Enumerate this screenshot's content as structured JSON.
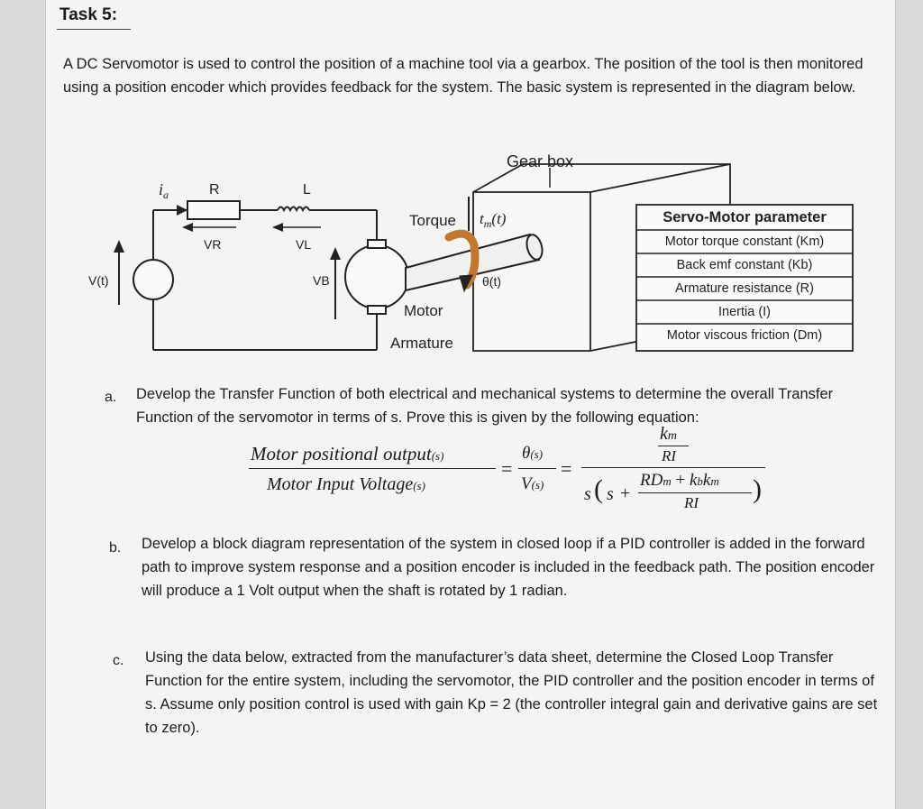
{
  "task": {
    "title": "Task 5:"
  },
  "intro": "A DC Servomotor is used to control the position of a machine tool via a gearbox. The position of the tool is then monitored using a position encoder which provides feedback for the system. The basic system is represented in the diagram below.",
  "diagram": {
    "gear_box": "Gear box",
    "current": "i",
    "current_sub": "a",
    "resistor": "R",
    "inductor": "L",
    "vr": "VR",
    "vl": "VL",
    "vb": "VB",
    "vt": "V(t)",
    "torque": "Torque",
    "tm": "t",
    "tm_sub": "m",
    "tm_arg": "(t)",
    "theta": "θ(t)",
    "motor": "Motor",
    "armature": "Armature",
    "params_header": "Servo-Motor parameter",
    "params": [
      "Motor torque constant (Km)",
      "Back emf constant (Kb)",
      "Armature resistance (R)",
      "Inertia (I)",
      "Motor viscous friction (Dm)"
    ]
  },
  "questions": [
    {
      "marker": "a.",
      "text": "Develop the Transfer Function of both electrical and mechanical systems to determine the overall Transfer Function of the servomotor in terms of s. Prove this is given by the following equation:"
    },
    {
      "marker": "b.",
      "text": "Develop a block diagram representation of the system in closed loop if a PID controller is added in the forward path to improve system response and a position encoder is included in the feedback path. The position encoder will produce a 1 Volt output when the shaft is rotated by 1 radian."
    },
    {
      "marker": "c.",
      "text": "Using the data below, extracted from the manufacturer’s data sheet, determine the Closed Loop Transfer Function for the entire system, including the servomotor, the PID controller and the position encoder in terms of s. Assume only position control is used with gain Kp = 2 (the controller integral gain and derivative gains are set to zero)."
    }
  ],
  "equation": {
    "lhs_num": "Motor positional output",
    "lhs_den": "Motor Input Voltage",
    "sub_s": "(s)",
    "theta": "θ",
    "v": "V",
    "equals": "=",
    "km": "k",
    "km_sub": "m",
    "ri": "RI",
    "s": "s",
    "lparen": "(",
    "rparen": ")",
    "plus": "+",
    "rd": "RD",
    "rd_sub": "m",
    "plus2": "+",
    "kb": "k",
    "kb_sub": "b",
    "km2": "k",
    "km2_sub": "m",
    "ri2": "RI"
  }
}
